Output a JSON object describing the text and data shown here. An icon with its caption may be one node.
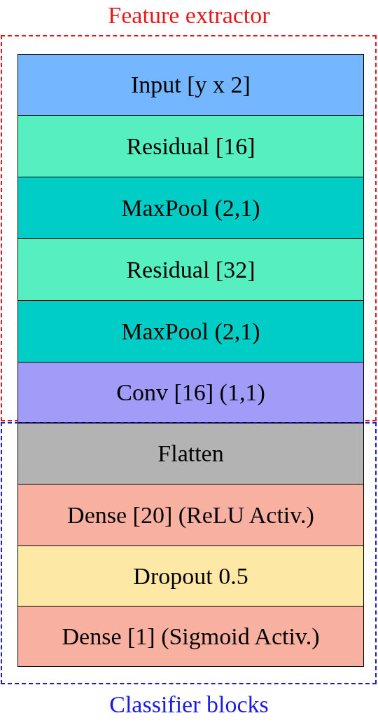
{
  "diagram": {
    "nodes": [
      {
        "text": [
          "Feature extractor"
        ]
      },
      {
        "text": [
          "Input [y x 2]"
        ],
        "in": 0
      },
      {
        "text": [
          "Residual [16]"
        ],
        "in": 0
      },
      {
        "text": [
          "MaxPool (2,1)"
        ],
        "in": 0
      },
      {
        "text": [
          "Residual [32]"
        ],
        "in": 0
      },
      {
        "text": [
          "MaxPool (2,1)"
        ],
        "in": 0
      },
      {
        "text": [
          "Conv [16] (1,1)"
        ],
        "in": 0
      },
      {
        "text": [
          "Classifier blocks"
        ]
      },
      {
        "text": [
          "Flatten"
        ],
        "in": 7
      },
      {
        "text": [
          "Dense [20] (ReLU Activ.)"
        ],
        "in": 7
      },
      {
        "text": [
          "Dropout 0.5"
        ],
        "in": 7
      },
      {
        "text": [
          "Dense [1] (Sigmoid Activ.)"
        ],
        "in": 7
      }
    ]
  }
}
